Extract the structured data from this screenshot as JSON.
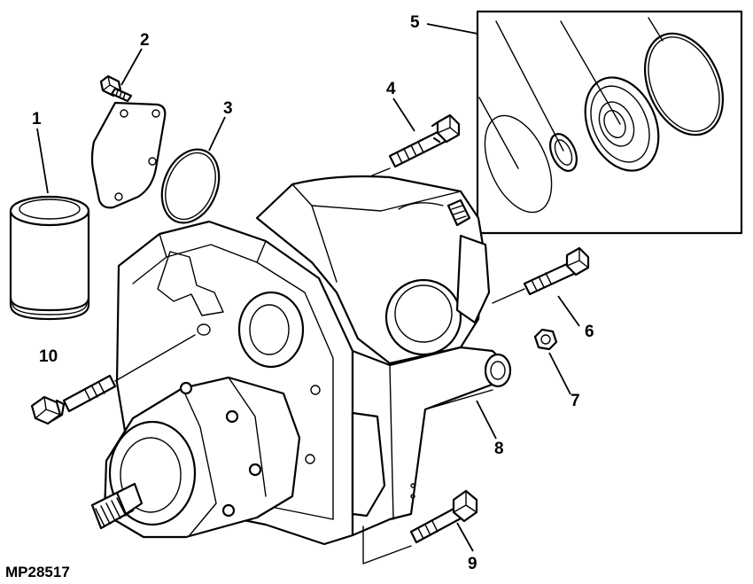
{
  "figure_id": "MP28517",
  "callouts": {
    "c1": "1",
    "c2": "2",
    "c3": "3",
    "c4": "4",
    "c5": "5",
    "c6": "6",
    "c7": "7",
    "c8": "8",
    "c9": "9",
    "c10": "10"
  }
}
